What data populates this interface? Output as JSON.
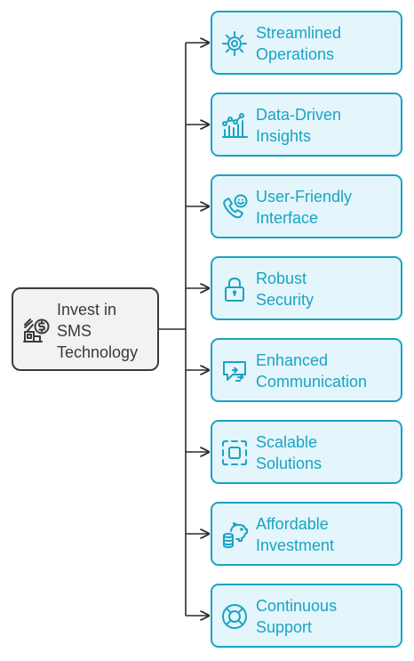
{
  "root": {
    "label": "Invest in\nSMS\nTechnology",
    "icon": "money-building-icon"
  },
  "branches": [
    {
      "label": "Streamlined\nOperations",
      "icon": "gear-icon"
    },
    {
      "label": "Data-Driven\nInsights",
      "icon": "chart-icon"
    },
    {
      "label": "User-Friendly\nInterface",
      "icon": "phone-smile-icon"
    },
    {
      "label": "Robust\nSecurity",
      "icon": "lock-icon"
    },
    {
      "label": "Enhanced\nCommunication",
      "icon": "message-icon"
    },
    {
      "label": "Scalable\nSolutions",
      "icon": "scale-box-icon"
    },
    {
      "label": "Affordable\nInvestment",
      "icon": "piggy-bank-icon"
    },
    {
      "label": "Continuous\nSupport",
      "icon": "lifebuoy-icon"
    }
  ],
  "colors": {
    "accent": "#1aa3c4",
    "branch_fill": "#e4f6fb",
    "root_fill": "#f2f2f2",
    "root_border": "#3a3a3a",
    "connector": "#2b2b2b"
  }
}
